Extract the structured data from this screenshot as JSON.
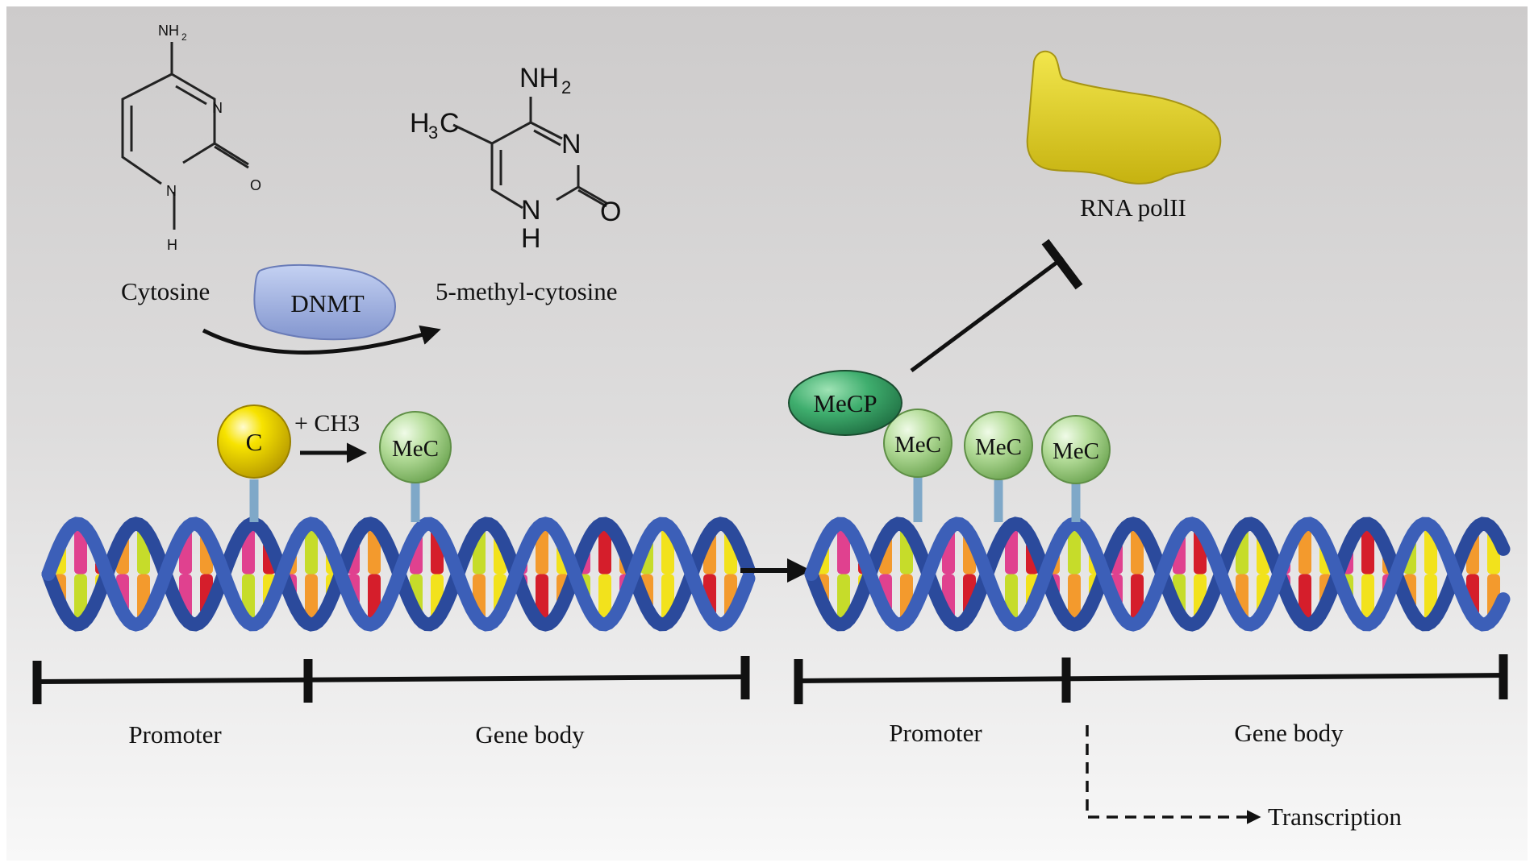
{
  "chemistry": {
    "cytosine": {
      "name": "Cytosine",
      "atom_amine": "NH",
      "atom_amine_sub": "2",
      "atom_n3": "N",
      "atom_n1": "N",
      "atom_h": "H",
      "atom_o": "O"
    },
    "methylcytosine": {
      "name": "5-methyl-cytosine",
      "atom_amine": "NH",
      "atom_amine_sub": "2",
      "atom_methyl": "H",
      "atom_methyl_sub": "3",
      "atom_methyl_c": "C",
      "atom_n3": "N",
      "atom_n1": "N",
      "atom_h": "H",
      "atom_o": "O"
    },
    "enzyme": "DNMT"
  },
  "left_panel": {
    "cytosine_ball": "C",
    "methyl_group": "+ CH3",
    "methylated_ball": "MeC",
    "regions": {
      "promoter": "Promoter",
      "gene_body": "Gene body"
    }
  },
  "right_panel": {
    "binding_protein": "MeCP",
    "methylated_balls": [
      "MeC",
      "MeC",
      "MeC"
    ],
    "polymerase": "RNA polII",
    "regions": {
      "promoter": "Promoter",
      "gene_body": "Gene body"
    },
    "outcome": "Transcription"
  },
  "colors": {
    "background_top": "#cdcbcb",
    "background_bottom": "#f7f7f7",
    "dna_backbone": "#2b4a9c",
    "cytosine_ball": "#f4dc00",
    "methyl_ball": "#a7d58a",
    "mecp": "#3aa86a",
    "dnmt": "#9fb3e0",
    "rna_pol": "#e2d12a"
  }
}
